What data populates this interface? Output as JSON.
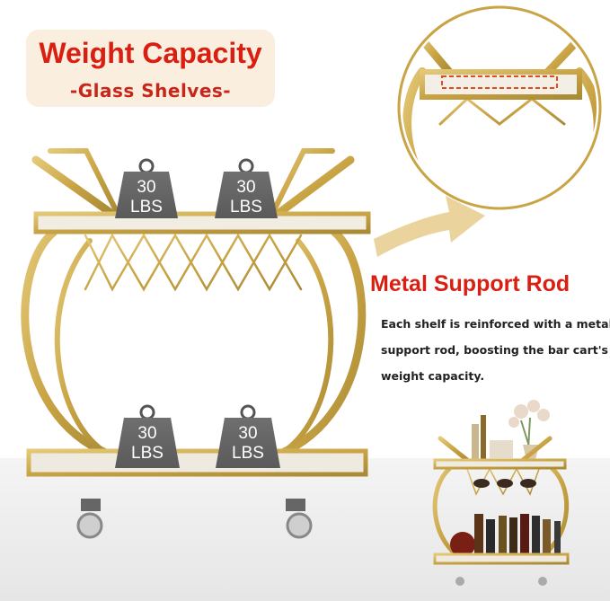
{
  "title": {
    "main": "Weight Capacity",
    "sub": "-Glass Shelves-"
  },
  "feature": {
    "heading": "Metal Support Rod",
    "description_lines": [
      "Each shelf is reinforced with a metal",
      "support rod, boosting the bar cart's",
      "weight capacity."
    ]
  },
  "weights": {
    "top_left": [
      "30",
      "LBS"
    ],
    "top_right": [
      "30",
      "LBS"
    ],
    "bottom_left": [
      "30",
      "LBS"
    ],
    "bottom_right": [
      "30",
      "LBS"
    ]
  },
  "colors": {
    "accent_red": "#d91f12",
    "gold": "#c9a445",
    "card_bg": "#faefdf",
    "arrow": "#e9d29b"
  }
}
